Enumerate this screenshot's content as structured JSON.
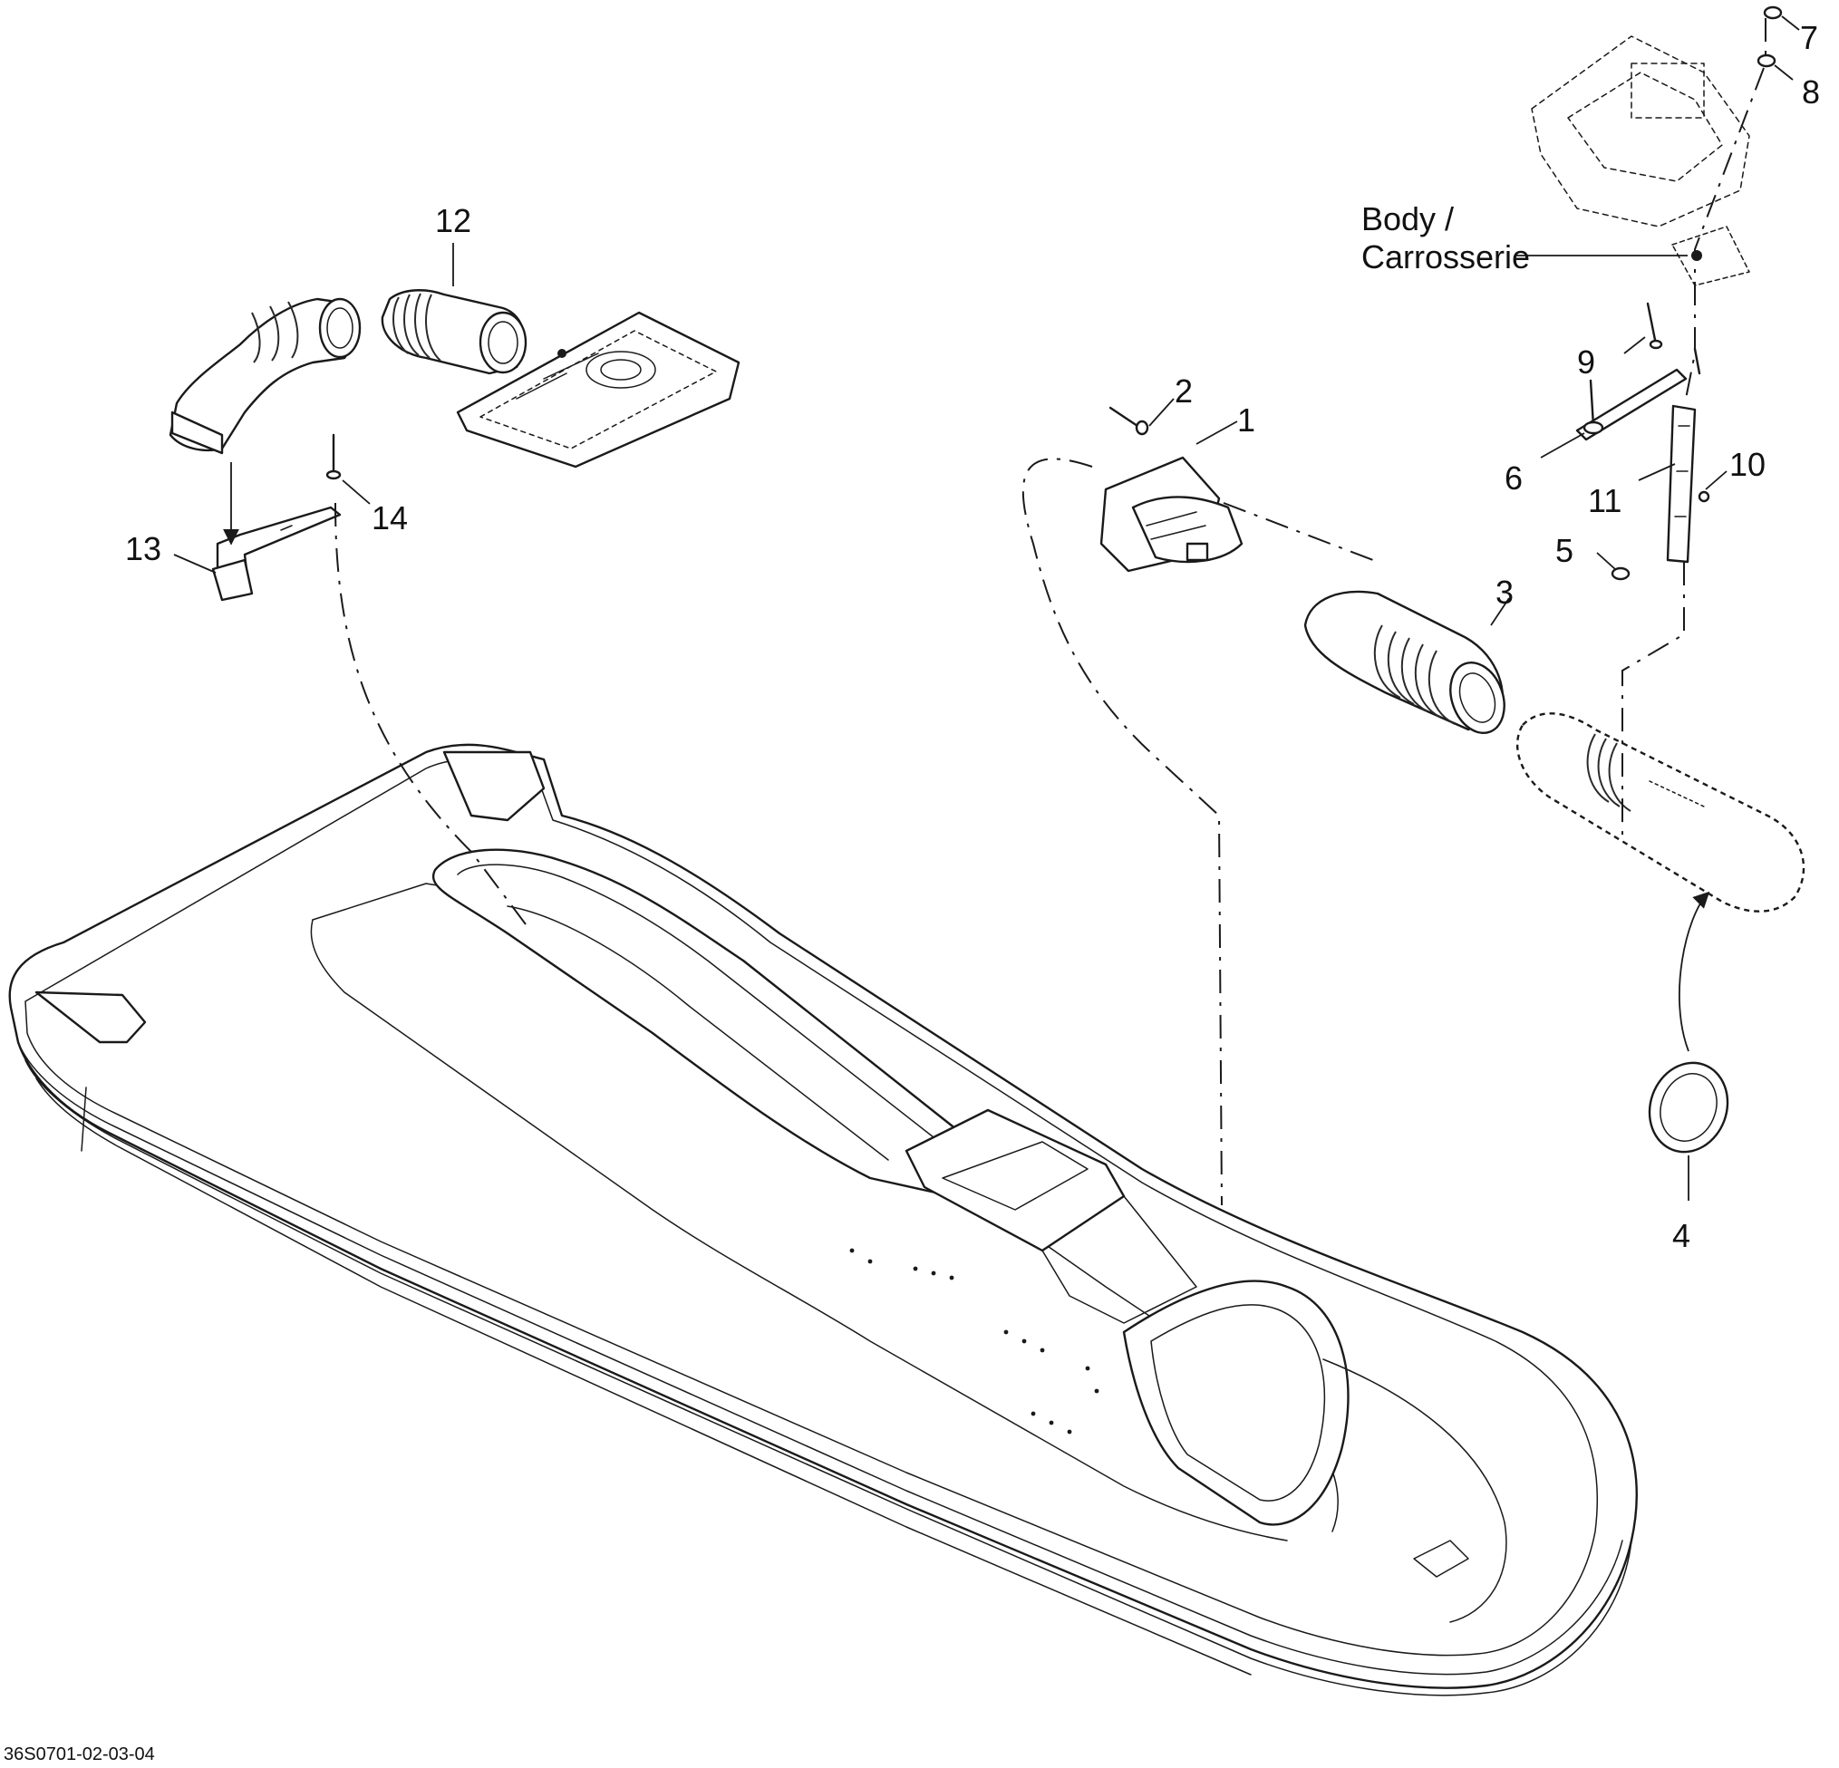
{
  "callouts": {
    "c1": "1",
    "c2": "2",
    "c3": "3",
    "c4": "4",
    "c5": "5",
    "c6": "6",
    "c7": "7",
    "c8": "8",
    "c9": "9",
    "c10": "10",
    "c11": "11",
    "c12": "12",
    "c13": "13",
    "c14": "14"
  },
  "body_label": {
    "line1": "Body /",
    "line2": "Carrosserie"
  },
  "drawing_code": "36S0701-02-03-04"
}
